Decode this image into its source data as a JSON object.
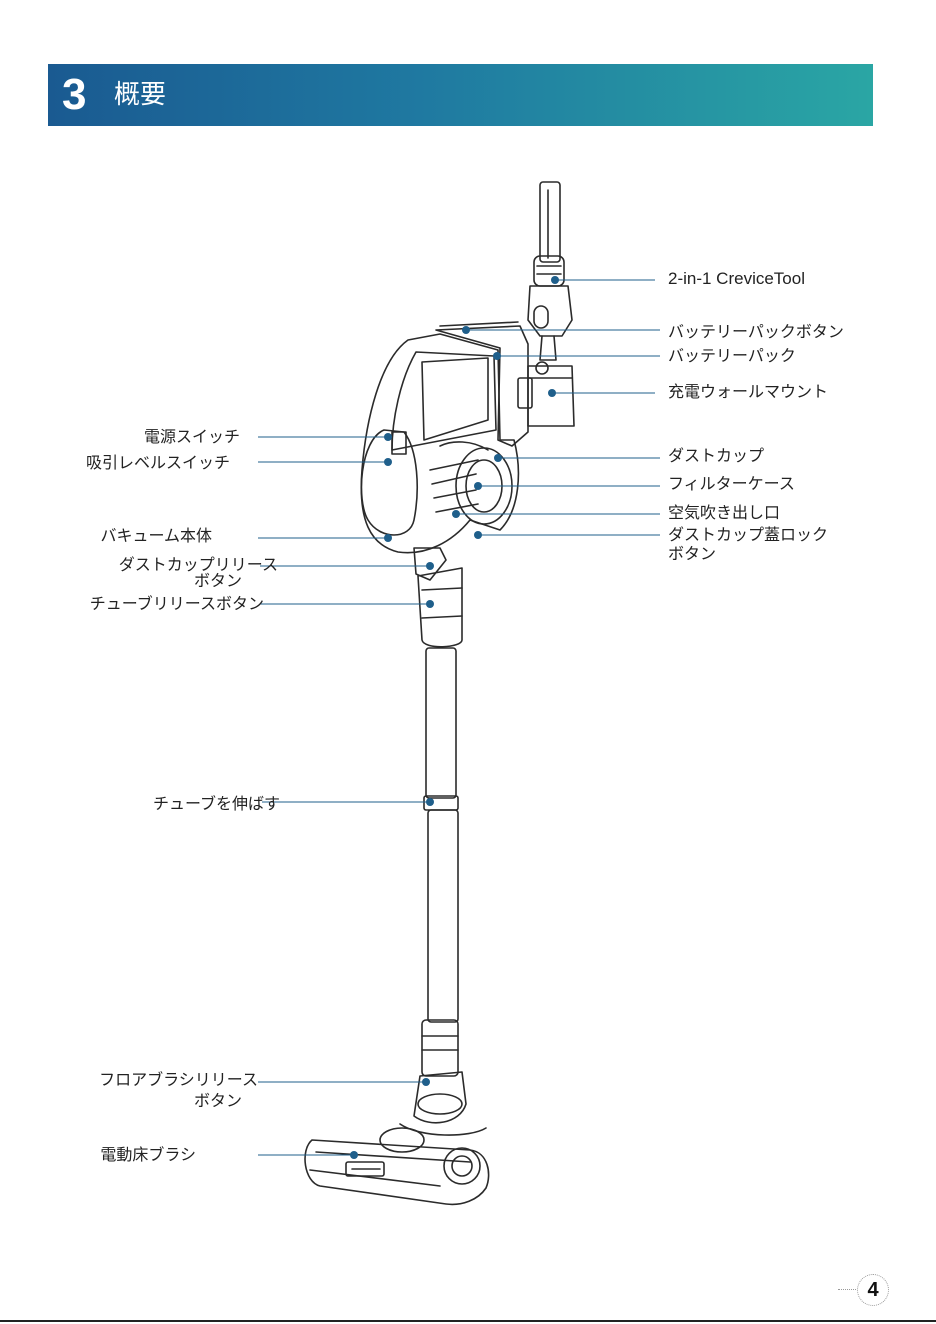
{
  "header": {
    "number": "3",
    "title": "概要"
  },
  "labels": {
    "crevice_tool": "2-in-1 CreviceTool",
    "battery_pack_button": "バッテリーパックボタン",
    "battery_pack": "バッテリーパック",
    "wall_mount": "充電ウォールマウント",
    "power_switch": "電源スイッチ",
    "suction_level_switch": "吸引レベルスイッチ",
    "dust_cup": "ダストカップ",
    "filter_case": "フィルターケース",
    "air_outlet": "空気吹き出し口",
    "dust_cup_lid_lock_1": "ダストカップ蓋ロック",
    "dust_cup_lid_lock_2": "ボタン",
    "vacuum_body": "バキューム本体",
    "dust_cup_release_1": "ダストカップリリース",
    "dust_cup_release_2": "ボタン",
    "tube_release_button": "チューブリリースボタン",
    "extend_tube": "チューブを伸ばす",
    "floor_brush_release_1": "フロアブラシリリース",
    "floor_brush_release_2": "ボタン",
    "power_floor_brush": "電動床ブラシ"
  },
  "page_number": "4",
  "colors": {
    "header_start": "#1a5a91",
    "header_end": "#2aa6a4",
    "leader": "#1f5f8b",
    "dot": "#1f5f8b"
  }
}
